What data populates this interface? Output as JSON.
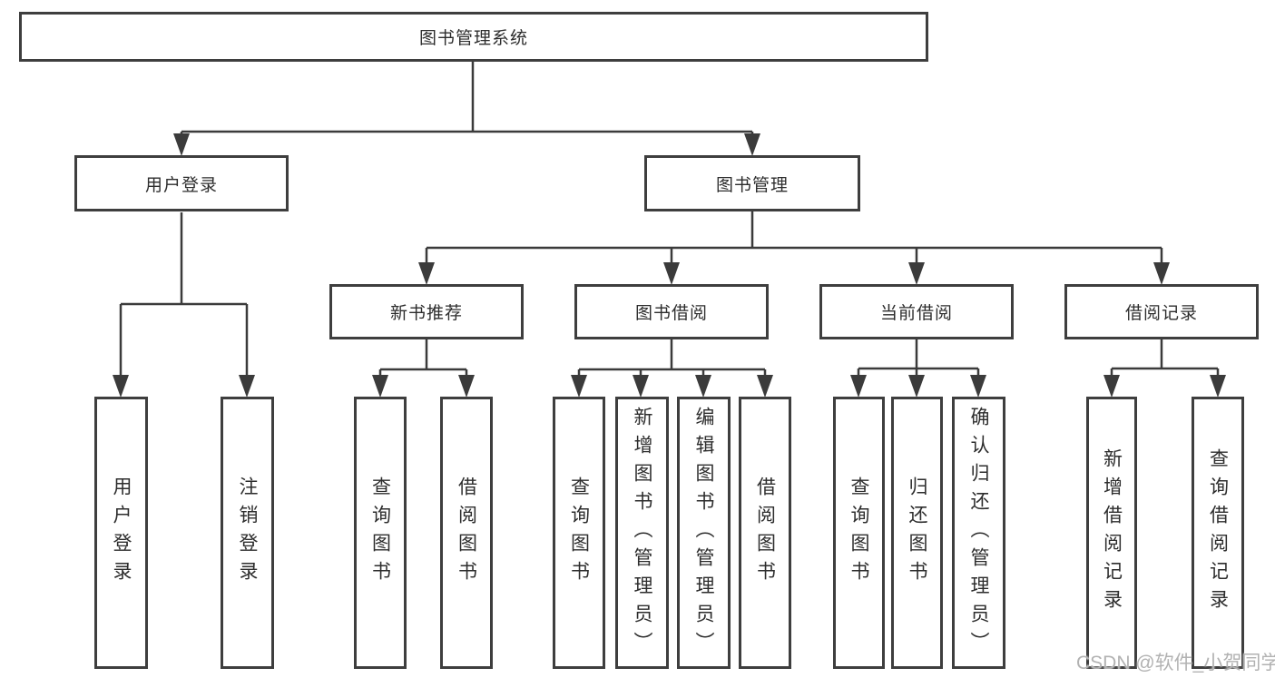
{
  "nodes": {
    "root": "图书管理系统",
    "level2": [
      "用户登录",
      "图书管理"
    ],
    "level3": [
      "新书推荐",
      "图书借阅",
      "当前借阅",
      "借阅记录"
    ],
    "leaves": [
      "用户登录",
      "注销登录",
      "查询图书",
      "借阅图书",
      "查询图书",
      "新增图书（管理员）",
      "编辑图书（管理员）",
      "借阅图书",
      "查询图书",
      "归还图书",
      "确认归还（管理员）",
      "新增借阅记录",
      "查询借阅记录"
    ]
  },
  "structure": {
    "图书管理系统": [
      "用户登录",
      "图书管理"
    ],
    "用户登录": [
      "用户登录",
      "注销登录"
    ],
    "图书管理": [
      "新书推荐",
      "图书借阅",
      "当前借阅",
      "借阅记录"
    ],
    "新书推荐": [
      "查询图书",
      "借阅图书"
    ],
    "图书借阅": [
      "查询图书",
      "新增图书（管理员）",
      "编辑图书（管理员）",
      "借阅图书"
    ],
    "当前借阅": [
      "查询图书",
      "归还图书",
      "确认归还（管理员）"
    ],
    "借阅记录": [
      "新增借阅记录",
      "查询借阅记录"
    ]
  },
  "watermark": "CSDN @软件_小贺同学",
  "colors": {
    "background": "#ffffff",
    "box_border": "#3e3e3e",
    "connector_line": "#3b3b3b",
    "text": "#2d2d2d",
    "watermark_text": "#b2b2b2"
  }
}
